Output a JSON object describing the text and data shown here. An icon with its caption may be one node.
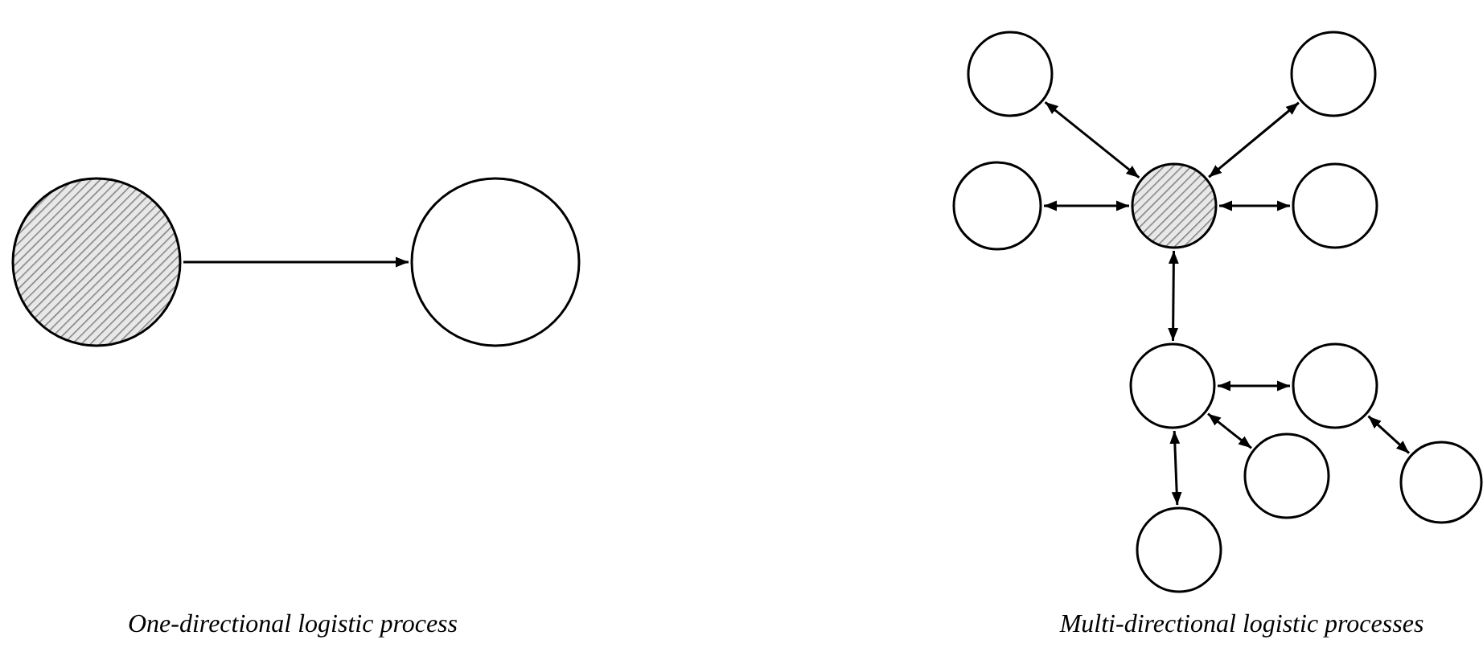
{
  "diagram": {
    "nodes": [
      {
        "text": [],
        "shape": "circle"
      },
      {
        "text": [],
        "shape": "circle"
      },
      {
        "text": [],
        "shape": "circle"
      },
      {
        "text": [],
        "shape": "circle"
      },
      {
        "text": [],
        "shape": "circle"
      },
      {
        "text": [],
        "shape": "circle"
      },
      {
        "text": [],
        "shape": "circle"
      },
      {
        "text": [],
        "shape": "circle"
      },
      {
        "text": [],
        "shape": "circle"
      },
      {
        "text": [],
        "shape": "circle"
      },
      {
        "text": [],
        "shape": "circle"
      },
      {
        "text": [],
        "shape": "circle"
      }
    ],
    "edges": [
      {
        "from": 0,
        "to": 1,
        "arrow": "to"
      },
      {
        "from": 2,
        "to": 5,
        "arrow": "both"
      },
      {
        "from": 3,
        "to": 5,
        "arrow": "both"
      },
      {
        "from": 4,
        "to": 5,
        "arrow": "both"
      },
      {
        "from": 6,
        "to": 5,
        "arrow": "both"
      },
      {
        "from": 5,
        "to": 7,
        "arrow": "both"
      },
      {
        "from": 7,
        "to": 8,
        "arrow": "both"
      },
      {
        "from": 7,
        "to": 9,
        "arrow": "both"
      },
      {
        "from": 7,
        "to": 11,
        "arrow": "both"
      },
      {
        "from": 8,
        "to": 10,
        "arrow": "both"
      }
    ],
    "labels": [
      "One-directional logistic process",
      "Multi-directional logistic processes"
    ]
  }
}
